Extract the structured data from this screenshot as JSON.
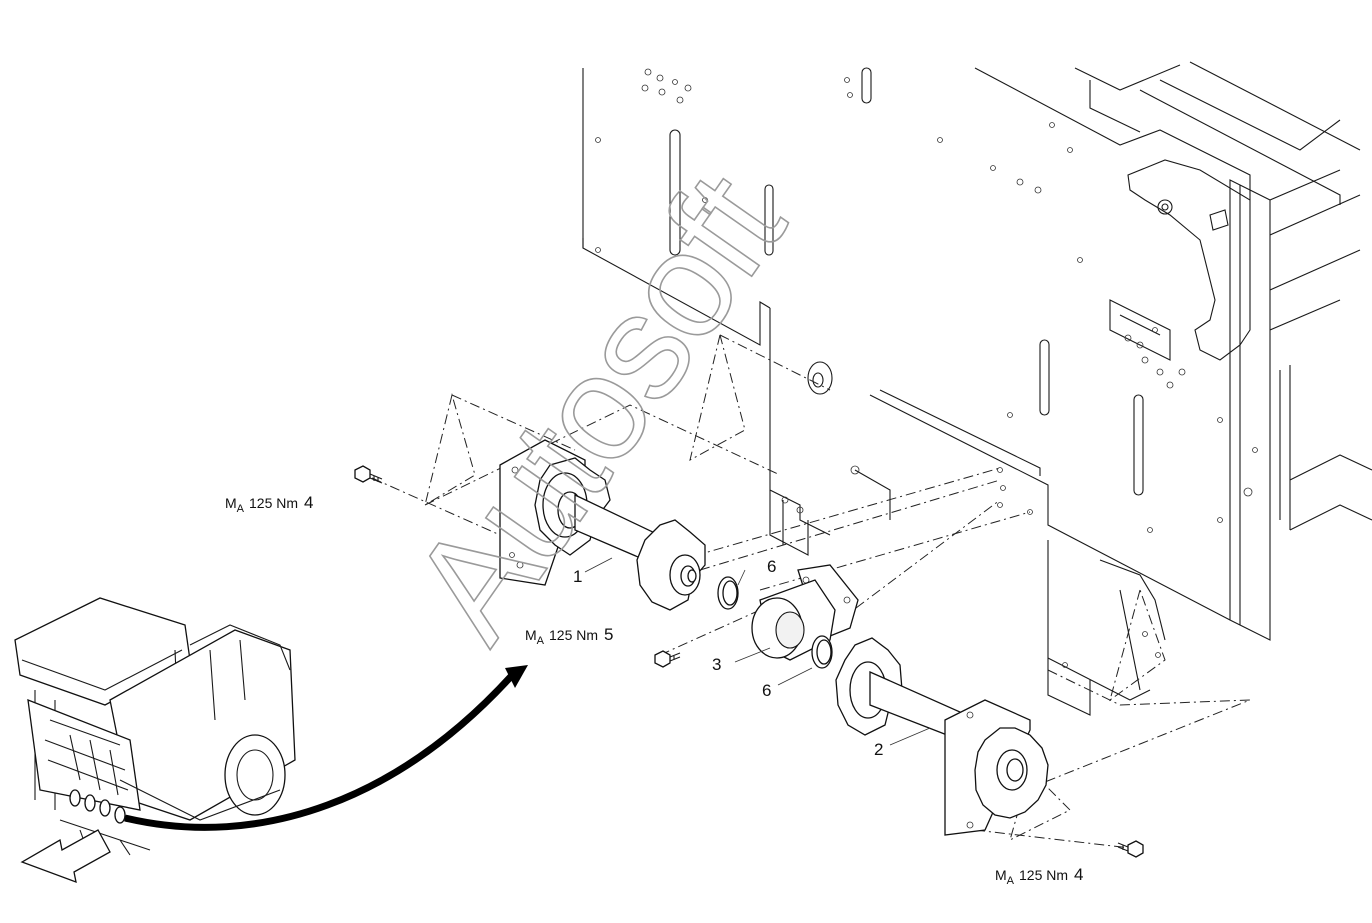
{
  "watermark": "Autosoft",
  "callouts": [
    {
      "id": "torque-top-left",
      "prefix": "M",
      "sub": "A",
      "value": "125 Nm",
      "ref": "4"
    },
    {
      "id": "torque-middle",
      "prefix": "M",
      "sub": "A",
      "value": "125 Nm",
      "ref": "5"
    },
    {
      "id": "torque-bottom-right",
      "prefix": "M",
      "sub": "A",
      "value": "125 Nm",
      "ref": "4"
    }
  ],
  "part_numbers": {
    "shaft_left": "1",
    "shaft_right": "2",
    "bearing": "3",
    "ring_upper": "6",
    "ring_lower": "6"
  }
}
